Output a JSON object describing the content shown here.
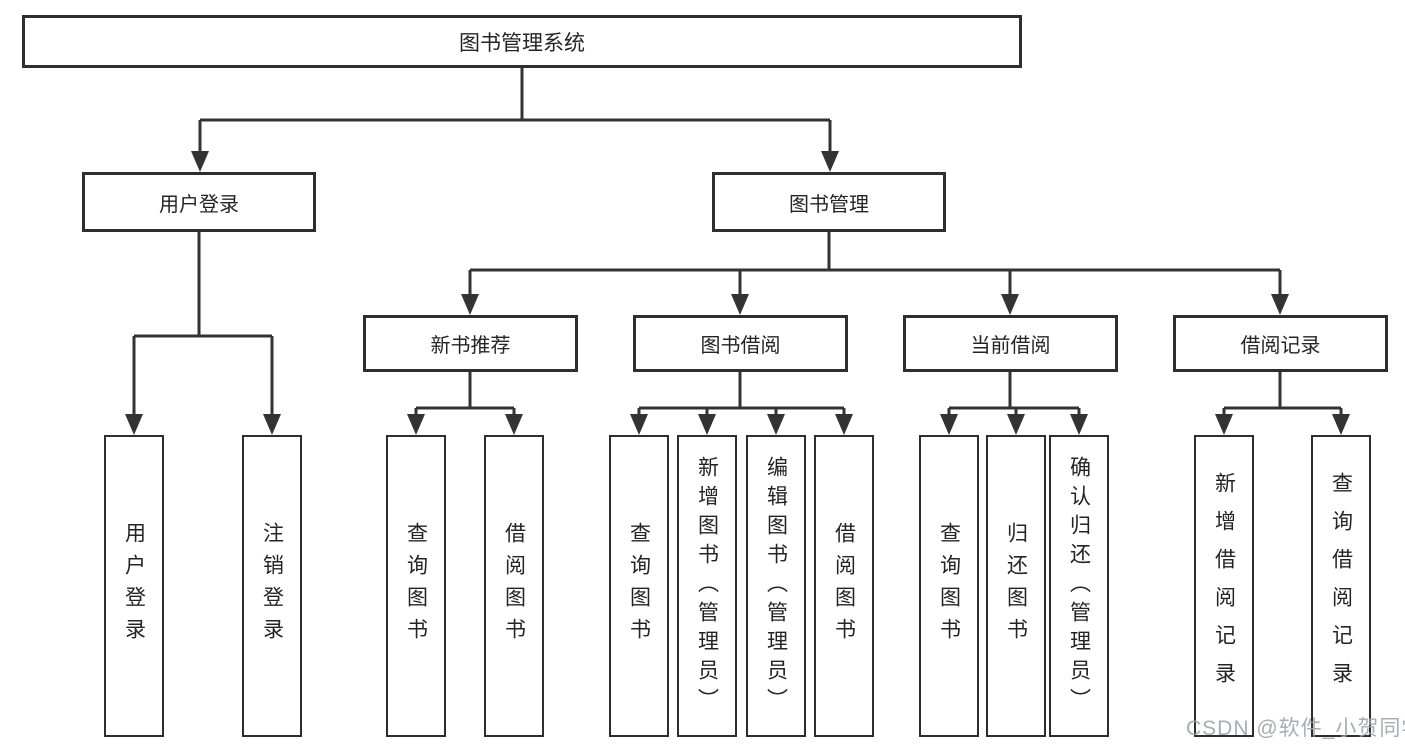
{
  "nodes": {
    "root": "图书管理系统",
    "level2": [
      "用户登录",
      "图书管理"
    ],
    "level3": [
      "新书推荐",
      "图书借阅",
      "当前借阅",
      "借阅记录"
    ],
    "leaves": {
      "user_login": [
        "用户登录",
        "注销登录"
      ],
      "new_book_recommend": [
        "查询图书",
        "借阅图书"
      ],
      "book_borrow": [
        "查询图书",
        "新增图书（管理员）",
        "编辑图书（管理员）",
        "借阅图书"
      ],
      "current_borrow": [
        "查询图书",
        "归还图书",
        "确认归还（管理员）"
      ],
      "borrow_records": [
        "新增借阅记录",
        "查询借阅记录"
      ]
    }
  },
  "watermark": "CSDN @软件_小贺同学",
  "colors": {
    "line": "#333333",
    "box_border": "#2e2e2e",
    "text": "#242424",
    "watermark": "#9ea4ab",
    "background": "#ffffff"
  }
}
